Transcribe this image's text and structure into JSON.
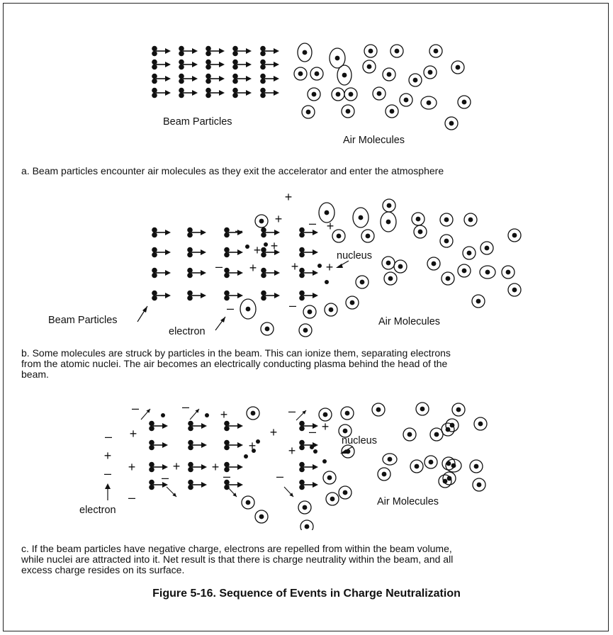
{
  "panel_a": {
    "beam_label": "Beam Particles",
    "air_label": "Air Molecules",
    "caption": "a. Beam particles encounter air molecules as they exit the accelerator and enter the atmosphere"
  },
  "panel_b": {
    "beam_label": "Beam Particles",
    "electron_label": "electron",
    "nucleus_label": "nucleus",
    "air_label": "Air Molecules",
    "caption_lines": [
      "b.  Some molecules are struck by particles in the beam.  This can ionize them, separating electrons",
      "from the atomic nuclei.  The air becomes an electrically conducting plasma behind the head of the",
      "beam."
    ]
  },
  "panel_c": {
    "nucleus_label": "nucleus",
    "electron_label": "electron",
    "air_label": "Air Molecules",
    "caption_lines": [
      "c.  If the beam particles have negative charge, electrons are repelled from within the beam volume,",
      "while nuclei are attracted into it.  Net result is that there is charge neutrality within the beam, and all",
      "excess charge resides on its surface."
    ]
  },
  "charge_symbols": {
    "plus": "+",
    "minus": "–"
  },
  "figure_title": "Figure 5-16.  Sequence of Events in Charge Neutralization"
}
